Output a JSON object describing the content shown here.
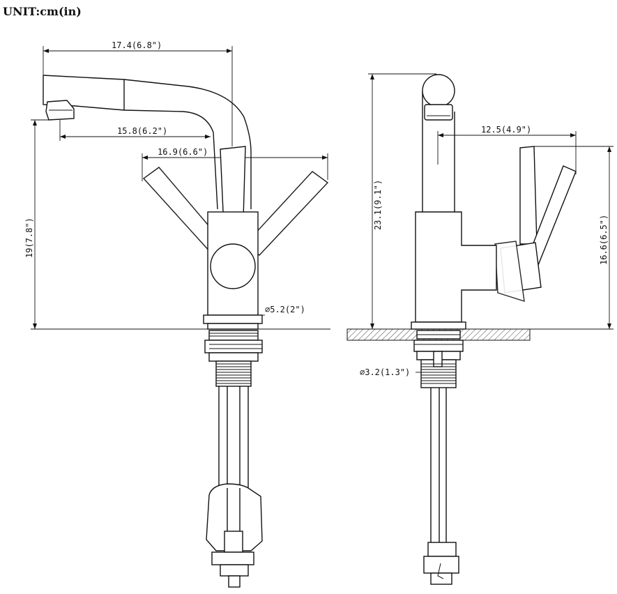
{
  "unit_label": "UNIT:cm(in)",
  "front_view": {
    "dim_spout_reach": "17.4(6.8\")",
    "dim_outlet": "15.8(6.2\")",
    "dim_handles": "16.9(6.6\")",
    "dim_height": "19(7.8\")",
    "dim_base_dia": "⌀5.2(2\")"
  },
  "side_view": {
    "dim_total_height": "23.1(9.1\")",
    "dim_depth": "12.5(4.9\")",
    "dim_lever_height": "16.6(6.5\")",
    "dim_shank_dia": "⌀3.2(1.3\")"
  }
}
